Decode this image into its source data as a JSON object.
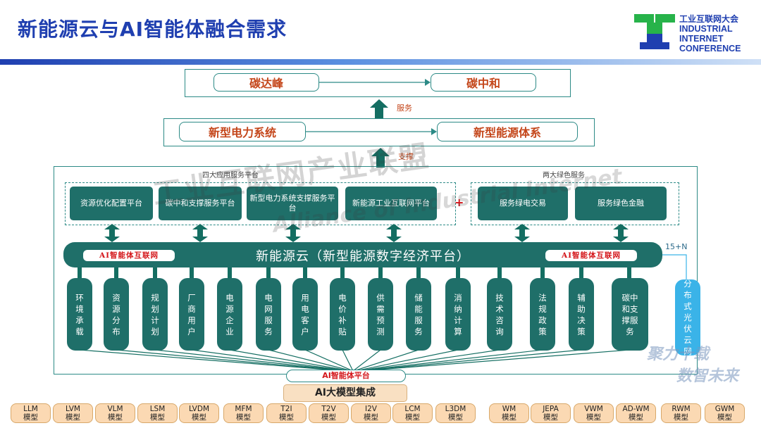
{
  "header": {
    "title": "新能源云与AI智能体融合需求"
  },
  "logo": {
    "cn": "工业互联网大会",
    "en1": "INDUSTRIAL",
    "en2": "INTERNET",
    "en3": "CONFERENCE"
  },
  "top": {
    "left": "碳达峰",
    "right": "碳中和",
    "arrow_label": "服务"
  },
  "mid": {
    "left": "新型电力系统",
    "right": "新型能源体系",
    "arrow_label": "支撑"
  },
  "section_labels": {
    "left": "四大应用服务平台",
    "right": "两大绿色服务",
    "plus": "+"
  },
  "platforms": [
    "资源优化配置平台",
    "碳中和支撑服务平台",
    "新型电力系统支撑服务平台",
    "新能源工业互联网平台"
  ],
  "green_services": [
    "服务绿电交易",
    "服务绿色金融"
  ],
  "cloud": {
    "label": "新能源云（新型能源数字经济平台）",
    "ai_left": "AI智能体互联网",
    "ai_right": "AI智能体互联网",
    "plus_n": "15+N"
  },
  "columns": [
    "环境承载",
    "资源分布",
    "规划计划",
    "厂商用户",
    "电源企业",
    "电网服务",
    "用电客户",
    "电价补贴",
    "供需预测",
    "储能服务",
    "消纳计算",
    "技术咨询",
    "法规政策",
    "辅助决策",
    "碳中和支撑服务"
  ],
  "side_column": "分布式光伏云网",
  "ai_platform": "AI智能体平台",
  "ai_integration": "AI大模型集成",
  "models": [
    {
      "name": "LLM",
      "sub": "模型"
    },
    {
      "name": "LVM",
      "sub": "模型"
    },
    {
      "name": "VLM",
      "sub": "模型"
    },
    {
      "name": "LSM",
      "sub": "模型"
    },
    {
      "name": "LVDM",
      "sub": "模型"
    },
    {
      "name": "MFM",
      "sub": "模型"
    },
    {
      "name": "T2I",
      "sub": "模型"
    },
    {
      "name": "T2V",
      "sub": "模型"
    },
    {
      "name": "I2V",
      "sub": "模型"
    },
    {
      "name": "LCM",
      "sub": "模型"
    },
    {
      "name": "L3DM",
      "sub": "模型"
    },
    {
      "name": "WM",
      "sub": "模型"
    },
    {
      "name": "JEPA",
      "sub": "模型"
    },
    {
      "name": "VWM",
      "sub": "模型"
    },
    {
      "name": "AD-WM",
      "sub": "模型"
    },
    {
      "name": "RWM",
      "sub": "模型"
    },
    {
      "name": "GWM",
      "sub": "模型"
    }
  ],
  "watermark": {
    "line1": "工业互联网产业联盟",
    "line2": "Alliance of Industrial Internet"
  },
  "slogan": {
    "line1": "聚力十载",
    "line2": "数智未来"
  },
  "colors": {
    "title": "#1f3fb0",
    "teal": "#1f6f69",
    "accent_red": "#c4461a",
    "ai_red": "#d4161a",
    "model_fill": "#fbd9b3",
    "side_blue": "#3ab3e8"
  }
}
